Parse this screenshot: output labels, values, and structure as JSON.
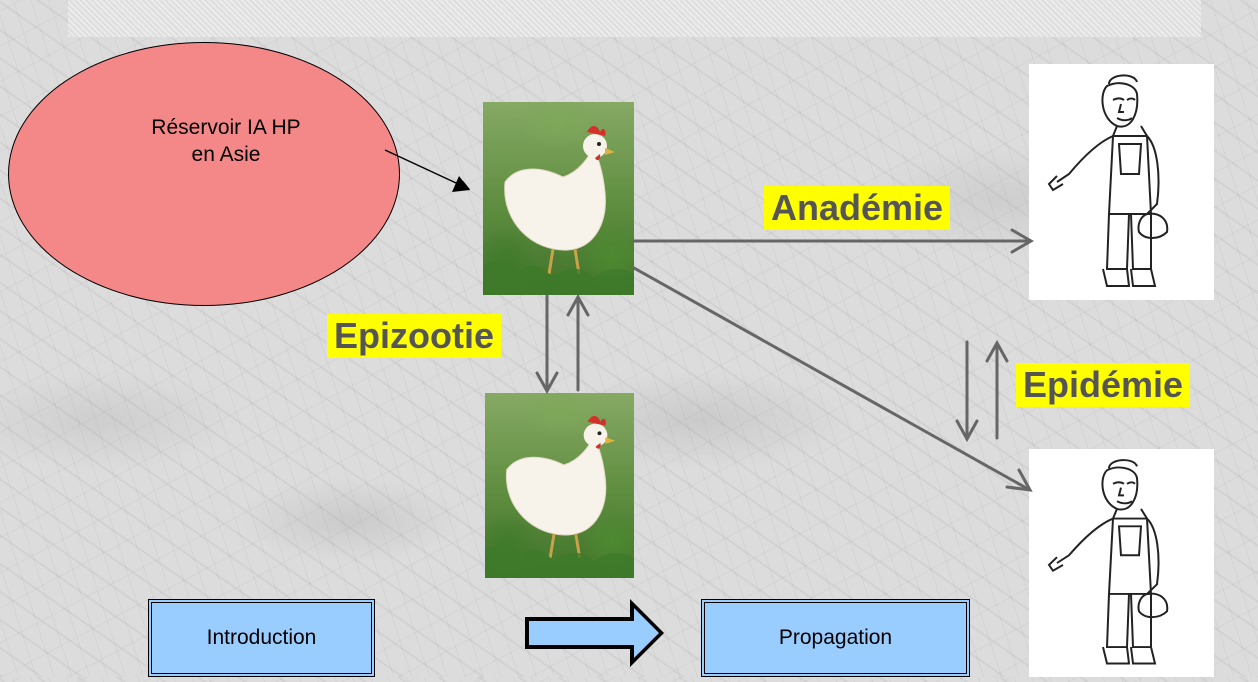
{
  "reservoir": {
    "line1": "Réservoir IA HP",
    "line2": "en Asie"
  },
  "labels": {
    "anademie": "Anadémie",
    "epizootie": "Epizootie",
    "epidemie": "Epidémie"
  },
  "boxes": {
    "introduction": "Introduction",
    "propagation": "Propagation"
  },
  "colors": {
    "reservoir_fill": "#f48787",
    "highlight": "#ffff00",
    "box_fill": "#99ccff",
    "arrow": "#666666"
  },
  "icons": [
    "chicken-photo",
    "chicken-photo",
    "farmer-sketch",
    "farmer-sketch",
    "block-arrow-right"
  ]
}
